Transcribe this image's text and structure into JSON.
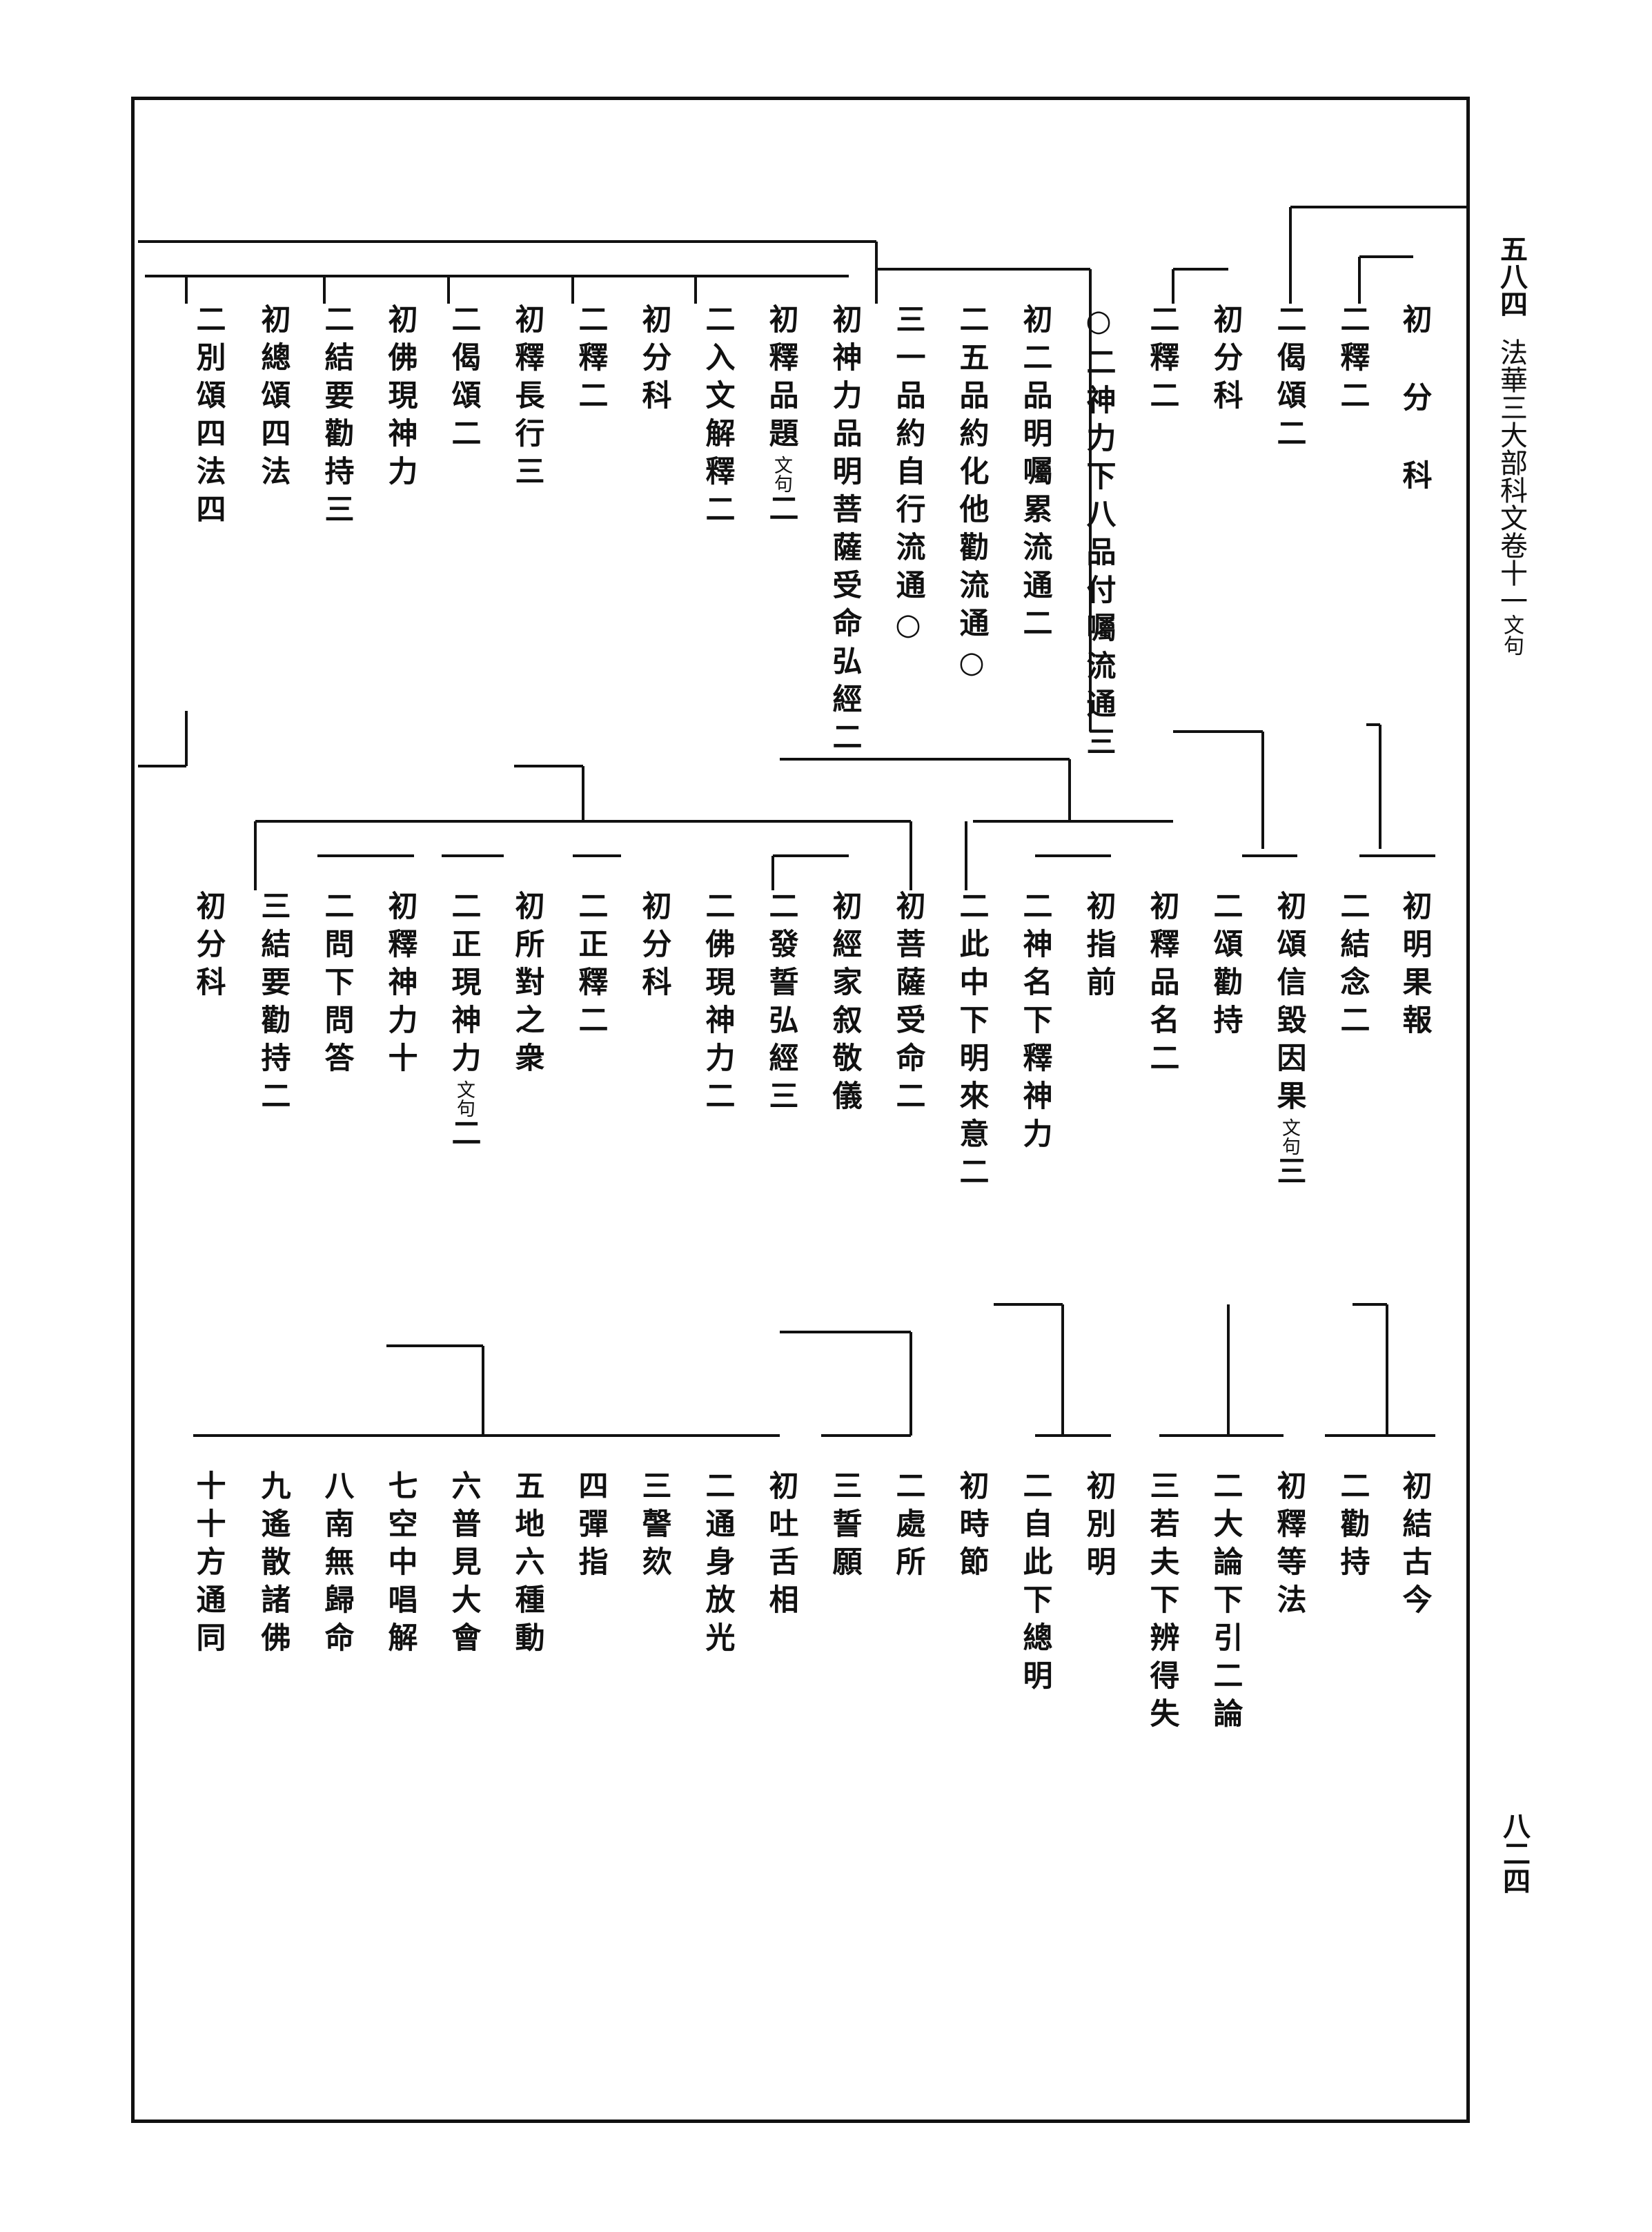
{
  "header": {
    "page_number": "五八四",
    "book_title": "法華三大部科文卷十一",
    "subtitle": "文句"
  },
  "folio": "八二四",
  "tiers": [
    {
      "name": "tier1",
      "columns": [
        {
          "text": "初分科",
          "spacing": "wide"
        },
        {
          "text": "二釋二"
        },
        {
          "text": "二偈頌二"
        },
        {
          "text": "初分科"
        },
        {
          "text": "二釋二"
        },
        {
          "text": "○二神力下八品付囑流通三"
        },
        {
          "text": "初二品明囑累流通二"
        },
        {
          "text": "二五品約化他勸流通○"
        },
        {
          "text": "三一品約自行流通○"
        },
        {
          "text": "初神力品明菩薩受命弘經二"
        },
        {
          "text": "初釋品題",
          "note": "文句",
          "suffix": "二"
        },
        {
          "text": "二入文解釋二"
        },
        {
          "text": "初分科"
        },
        {
          "text": "二釋二"
        },
        {
          "text": "初釋長行三"
        },
        {
          "text": "二偈頌二"
        },
        {
          "text": "初佛現神力"
        },
        {
          "text": "二結要勸持三"
        },
        {
          "text": "初總頌四法"
        },
        {
          "text": "二別頌四法四"
        }
      ]
    },
    {
      "name": "tier2",
      "columns": [
        {
          "text": "初明果報"
        },
        {
          "text": "二結念二"
        },
        {
          "text": "初頌信毀因果",
          "note": "文句",
          "suffix": "三"
        },
        {
          "text": "二頌勸持"
        },
        {
          "text": "初釋品名二"
        },
        {
          "text": "初指前"
        },
        {
          "text": "二神名下釋神力"
        },
        {
          "text": "二此中下明來意二"
        },
        {
          "text": "初菩薩受命二"
        },
        {
          "text": "初經家叙敬儀"
        },
        {
          "text": "二發誓弘經三"
        },
        {
          "text": "二佛現神力二"
        },
        {
          "text": "初分科"
        },
        {
          "text": "二正釋二"
        },
        {
          "text": "初所對之衆"
        },
        {
          "text": "二正現神力",
          "note": "文句",
          "suffix": "二"
        },
        {
          "text": "初釋神力十"
        },
        {
          "text": "二問下問答"
        },
        {
          "text": "三結要勸持二"
        },
        {
          "text": "初分科"
        }
      ]
    },
    {
      "name": "tier3",
      "columns": [
        {
          "text": "初結古今"
        },
        {
          "text": "二勸持"
        },
        {
          "text": "初釋等法"
        },
        {
          "text": "二大論下引二論"
        },
        {
          "text": "三若夫下辨得失"
        },
        {
          "text": "初別明"
        },
        {
          "text": "二自此下總明"
        },
        {
          "text": "初時節"
        },
        {
          "text": "二處所"
        },
        {
          "text": "三誓願"
        },
        {
          "text": "初吐舌相"
        },
        {
          "text": "二通身放光"
        },
        {
          "text": "三謦欬"
        },
        {
          "text": "四彈指"
        },
        {
          "text": "五地六種動"
        },
        {
          "text": "六普見大會"
        },
        {
          "text": "七空中唱解"
        },
        {
          "text": "八南無歸命"
        },
        {
          "text": "九遙散諸佛"
        },
        {
          "text": "十十方通同"
        }
      ]
    }
  ]
}
